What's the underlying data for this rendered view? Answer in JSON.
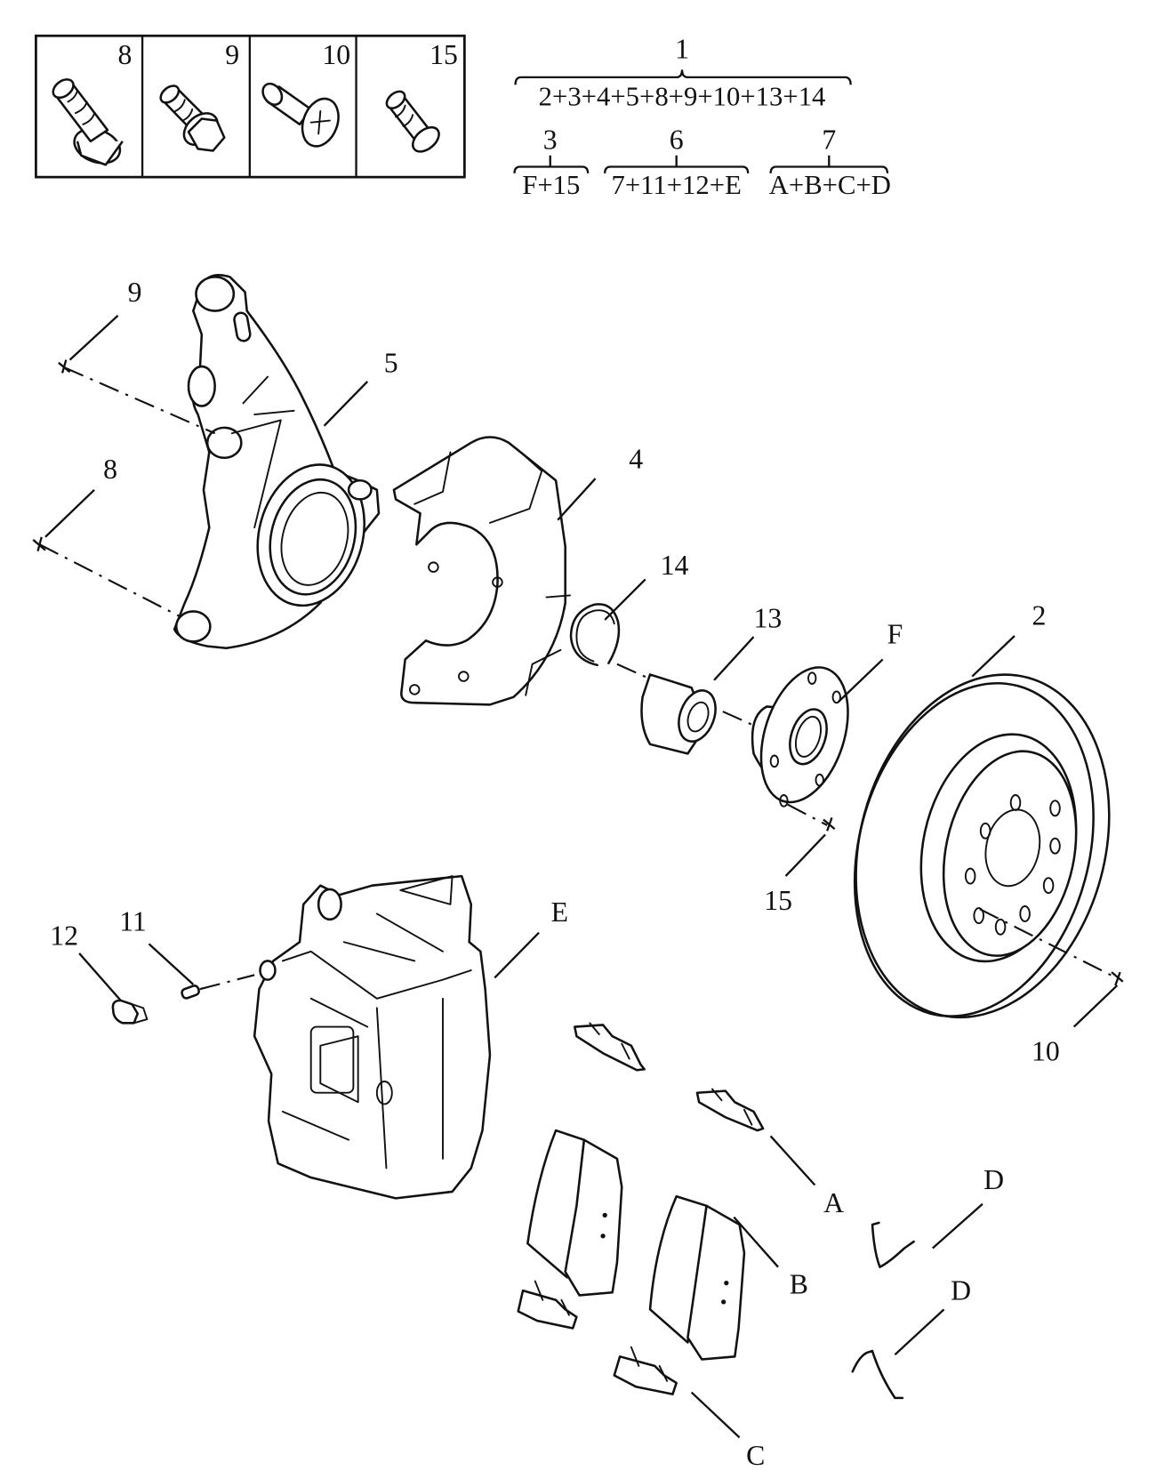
{
  "diagram": {
    "title": "Front brake assembly exploded view",
    "fastener_legend": [
      {
        "id": "8",
        "label": "8",
        "icon": "flanged-bolt-icon"
      },
      {
        "id": "9",
        "label": "9",
        "icon": "hex-washer-bolt-icon"
      },
      {
        "id": "10",
        "label": "10",
        "icon": "phillips-countersunk-screw-icon"
      },
      {
        "id": "15",
        "label": "15",
        "icon": "wheel-stud-icon"
      }
    ],
    "assembly_formulas": [
      {
        "parent": "1",
        "components": "2+3+4+5+8+9+10+13+14"
      },
      {
        "parent": "3",
        "components": "F+15"
      },
      {
        "parent": "6",
        "components": "7+11+12+E"
      },
      {
        "parent": "7",
        "components": "A+B+C+D"
      }
    ],
    "callouts": {
      "c9": "9",
      "c5": "5",
      "c8": "8",
      "c4": "4",
      "c14": "14",
      "c13": "13",
      "cF": "F",
      "c2": "2",
      "c15": "15",
      "cE": "E",
      "c11": "11",
      "c12": "12",
      "c10": "10",
      "cA": "A",
      "cB": "B",
      "cC": "C",
      "cD1": "D",
      "cD2": "D"
    },
    "parts": [
      {
        "id": "2",
        "name": "brake disc rotor"
      },
      {
        "id": "4",
        "name": "dust shield"
      },
      {
        "id": "5",
        "name": "steering knuckle"
      },
      {
        "id": "8",
        "name": "flanged bolt"
      },
      {
        "id": "9",
        "name": "hex washer bolt"
      },
      {
        "id": "10",
        "name": "countersunk screw"
      },
      {
        "id": "11",
        "name": "bleeder screw"
      },
      {
        "id": "12",
        "name": "bleeder cap"
      },
      {
        "id": "13",
        "name": "wheel bearing"
      },
      {
        "id": "14",
        "name": "snap ring"
      },
      {
        "id": "15",
        "name": "wheel stud"
      },
      {
        "id": "A",
        "name": "pad support plate (upper)"
      },
      {
        "id": "B",
        "name": "brake pad set"
      },
      {
        "id": "C",
        "name": "pad support plate (lower)"
      },
      {
        "id": "D",
        "name": "anti-rattle spring"
      },
      {
        "id": "E",
        "name": "brake caliper"
      },
      {
        "id": "F",
        "name": "wheel hub"
      }
    ]
  }
}
